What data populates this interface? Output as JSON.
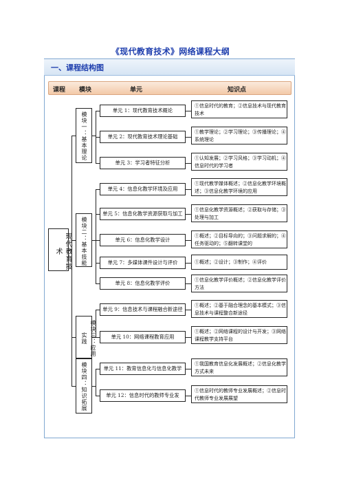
{
  "doc_title": "《现代教育技术》网络课程大纲",
  "section_title": "一、课程结构图",
  "columns": {
    "course": "课程",
    "module": "模块",
    "unit": "单元",
    "knowledge": "知识点"
  },
  "course_name": "现代教育技术",
  "modules": [
    {
      "label": "模块一：基本理论"
    },
    {
      "label": "模块二：基本技能"
    },
    {
      "label": "模块三：应用实践"
    },
    {
      "label": "模块四：知识拓展"
    }
  ],
  "units": [
    {
      "label": "单元 1：现代教育技术概论",
      "knowledge": "①信息时代的教育；②信息技术与现代教育技术"
    },
    {
      "label": "单元 2：现代教育技术理论基础",
      "knowledge": "①教学理论；②学习理论；③传播理论；④系统理论"
    },
    {
      "label": "单元 3：学习者特征分析",
      "knowledge": "①认知发展；②学习风格；③学习动机；④信息时代的学习者"
    },
    {
      "label": "单元 4：信息化教学环境及应用",
      "knowledge": "①现代教学媒体概述；②信息化教学环境概述；③信息化教学环境的应用"
    },
    {
      "label": "单元 5：信息化教学资源获取与加工",
      "knowledge": "①信息化教学资源概述；②获取与存储；③处理与加工"
    },
    {
      "label": "单元 6：信息化教学设计",
      "knowledge": "①概述；②目标导向的；③问题求解的；④任务驱动的；⑤翻转课堂的"
    },
    {
      "label": "单元 7：多媒体课件设计与评价",
      "knowledge": "①概述；②设计；③制作；④评价"
    },
    {
      "label": "单元 8：信息化教学评价",
      "knowledge": "①信息化教学评价概述；②信息化教学评价方法"
    },
    {
      "label": "单元 9：信息技术与课程融合新途径",
      "knowledge": "①概述；②基于融合理念的基本模式；③信息技术与课程整合新途径"
    },
    {
      "label": "单元 10：网络课程教育应用",
      "knowledge": "①概述；②网络课程的设计与开发；③网络课程教学支持平台"
    },
    {
      "label": "单元 11：教育信息化与信息化教学",
      "knowledge": "①我国教育信息化发展概述；②信息化教学方式未来"
    },
    {
      "label": "单元 12：信息时代的教师专业发",
      "knowledge": "①信息时代的教师专业发展概述；②信息时代教师专业发展展望"
    }
  ]
}
